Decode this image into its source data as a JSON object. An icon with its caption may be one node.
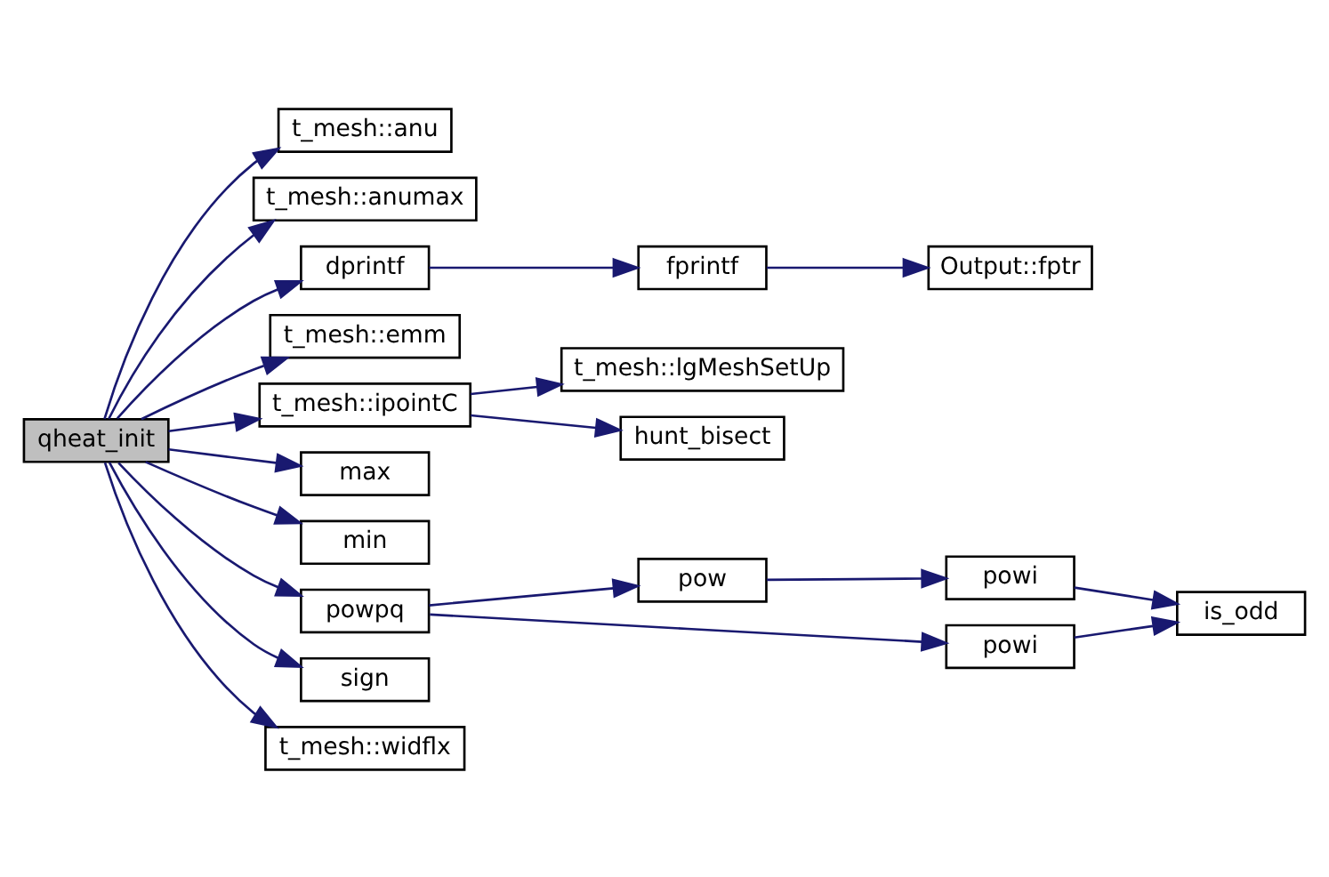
{
  "diagram": {
    "nodes": [
      {
        "text": [
          "qheat_init"
        ]
      },
      {
        "text": [
          "t_mesh::anu"
        ]
      },
      {
        "text": [
          "t_mesh::anumax"
        ]
      },
      {
        "text": [
          "dprintf"
        ]
      },
      {
        "text": [
          "fprintf"
        ]
      },
      {
        "text": [
          "Output::fptr"
        ]
      },
      {
        "text": [
          "t_mesh::emm"
        ]
      },
      {
        "text": [
          "t_mesh::ipointC"
        ]
      },
      {
        "text": [
          "t_mesh::lgMeshSetUp"
        ]
      },
      {
        "text": [
          "hunt_bisect"
        ]
      },
      {
        "text": [
          "max"
        ]
      },
      {
        "text": [
          "min"
        ]
      },
      {
        "text": [
          "powpq"
        ]
      },
      {
        "text": [
          "pow"
        ]
      },
      {
        "text": [
          "powi"
        ]
      },
      {
        "text": [
          "is_odd"
        ]
      },
      {
        "text": [
          "powi"
        ]
      },
      {
        "text": [
          "sign"
        ]
      },
      {
        "text": [
          "t_mesh::widflx"
        ]
      }
    ],
    "edges": [
      {
        "from": 0,
        "to": 1,
        "arrow": "to"
      },
      {
        "from": 0,
        "to": 2,
        "arrow": "to"
      },
      {
        "from": 0,
        "to": 3,
        "arrow": "to"
      },
      {
        "from": 3,
        "to": 4,
        "arrow": "to"
      },
      {
        "from": 4,
        "to": 5,
        "arrow": "to"
      },
      {
        "from": 0,
        "to": 6,
        "arrow": "to"
      },
      {
        "from": 0,
        "to": 7,
        "arrow": "to"
      },
      {
        "from": 7,
        "to": 8,
        "arrow": "to"
      },
      {
        "from": 7,
        "to": 9,
        "arrow": "to"
      },
      {
        "from": 0,
        "to": 10,
        "arrow": "to"
      },
      {
        "from": 0,
        "to": 11,
        "arrow": "to"
      },
      {
        "from": 0,
        "to": 12,
        "arrow": "to"
      },
      {
        "from": 12,
        "to": 13,
        "arrow": "to"
      },
      {
        "from": 13,
        "to": 14,
        "arrow": "to"
      },
      {
        "from": 14,
        "to": 15,
        "arrow": "to"
      },
      {
        "from": 12,
        "to": 16,
        "arrow": "to"
      },
      {
        "from": 16,
        "to": 15,
        "arrow": "to"
      },
      {
        "from": 0,
        "to": 17,
        "arrow": "to"
      },
      {
        "from": 0,
        "to": 18,
        "arrow": "to"
      }
    ]
  }
}
